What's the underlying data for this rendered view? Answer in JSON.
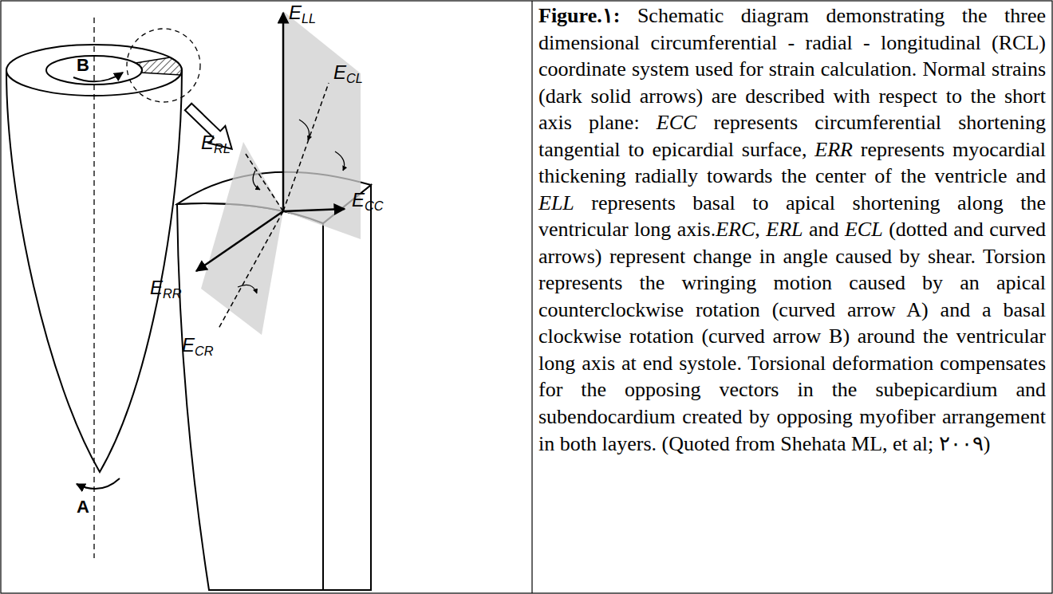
{
  "diagram": {
    "caption": "Figure.١: Schematic diagram demonstrating the three dimensional circumferential - radial - longitudinal (RCL) coordinate system used for strain calculation. Normal strains (dark solid arrows) are described with respect to the short axis plane: ECC represents circumferential shortening tangential to epicardial surface, ERR represents myocardial thickening radially towards the center of the ventricle and ELL represents basal to apical shortening along the ventricular long axis.ERC, ERL and ECL (dotted and curved arrows) represent change in angle caused by shear. Torsion represents the wringing motion caused by an apical counterclockwise rotation (curved arrow A) and a basal clockwise rotation (curved arrow B) around the ventricular long axis at end systole. Torsional deformation compensates for the opposing vectors in the subepicardium and subendocardium created by opposing myofiber arrangement in both layers. (Quoted from Shehata ML, et al; ٢٠٠٩)",
    "labels": [
      "ELL",
      "ECL",
      "ERL",
      "B",
      "ECC",
      "ERR",
      "ECR",
      "A"
    ]
  }
}
